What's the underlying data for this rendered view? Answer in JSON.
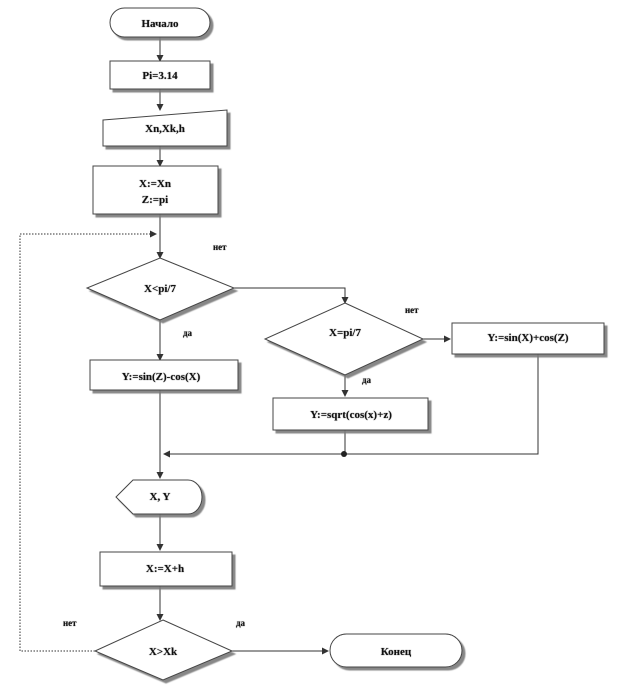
{
  "nodes": {
    "start": "Начало",
    "pi_assign": "Pi=3.14",
    "input": "Xn,Xk,h",
    "init_x": "X:=Xn",
    "init_z": "Z:=pi",
    "cond1": "X<pi/7",
    "cond2": "X=pi/7",
    "calc_a": "Y:=sin(Z)-cos(X)",
    "calc_b": "Y:=sin(X)+cos(Z)",
    "calc_c": "Y:=sqrt(cos(x)+z)",
    "output": "X, Y",
    "step": "X:=X+h",
    "cond3": "X>Xk",
    "end": "Конец"
  },
  "labels": {
    "no_cond1": "нет",
    "yes_cond1": "да",
    "no_cond2": "нет",
    "yes_cond2": "да",
    "no_cond3": "нет",
    "yes_cond3": "да"
  },
  "colors": {
    "stroke": "#444444",
    "shadow": "#7a7a7a",
    "fill": "#ffffff"
  }
}
